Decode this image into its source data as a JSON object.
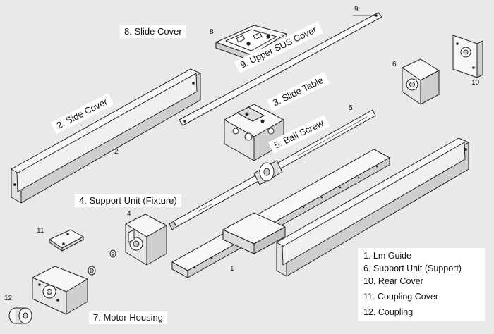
{
  "callouts": {
    "slide_cover": "8.  Slide Cover",
    "upper_sus_cover": "9.  Upper SUS Cover",
    "slide_table": "3.  Slide Table",
    "ball_screw": "5.  Ball Screw",
    "side_cover": "2.  Side Cover",
    "support_unit_fixture": "4.  Support Unit (Fixture)",
    "motor_housing": "7.  Motor Housing"
  },
  "part_numbers": {
    "n9": "9",
    "n8": "8",
    "n6": "6",
    "n10": "10",
    "n5": "5",
    "n2": "2",
    "n4": "4",
    "n11": "11",
    "n1": "1",
    "n12": "12"
  },
  "legend": {
    "items": [
      "1.  Lm Guide",
      "6.  Support Unit (Support)",
      "10.  Rear Cover",
      "11.  Coupling Cover",
      "12.  Coupling"
    ]
  },
  "colors": {
    "background": "#e9e9e9",
    "label_background": "#ffffff",
    "line": "#222222",
    "part_fill": "#f7f7f7",
    "part_shade": "#cfcfcf"
  }
}
